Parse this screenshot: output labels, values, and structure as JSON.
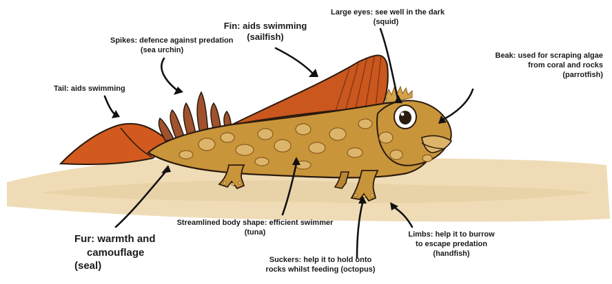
{
  "labels": {
    "tail": [
      "Tail: aids swimming"
    ],
    "spikes": [
      "Spikes: defence against predation",
      "(sea urchin)"
    ],
    "fin": [
      "Fin: aids swimming",
      "(sailfish)"
    ],
    "eyes": [
      "Large eyes: see well in the dark",
      "(squid)"
    ],
    "beak": [
      "Beak: used for scraping algae",
      "from coral and rocks",
      "(parrotfish)"
    ],
    "fur": [
      "Fur: warmth and",
      "camouflage",
      "(seal)"
    ],
    "body": [
      "Streamlined body shape: efficient swimmer",
      "(tuna)"
    ],
    "suckers": [
      "Suckers: help it to hold onto",
      "rocks whilst feeding (octopus)"
    ],
    "limbs": [
      "Limbs: help it to burrow",
      "to escape predation",
      "(handfish)"
    ]
  },
  "colors": {
    "body": "#c9953a",
    "spots": "#dcb56a",
    "fin": "#c9571e",
    "tail": "#d25a1e",
    "spikes": "#a0522d",
    "sand": "#efdcb6",
    "outline": "#2a1a0e",
    "text": "#1a1a1a"
  }
}
